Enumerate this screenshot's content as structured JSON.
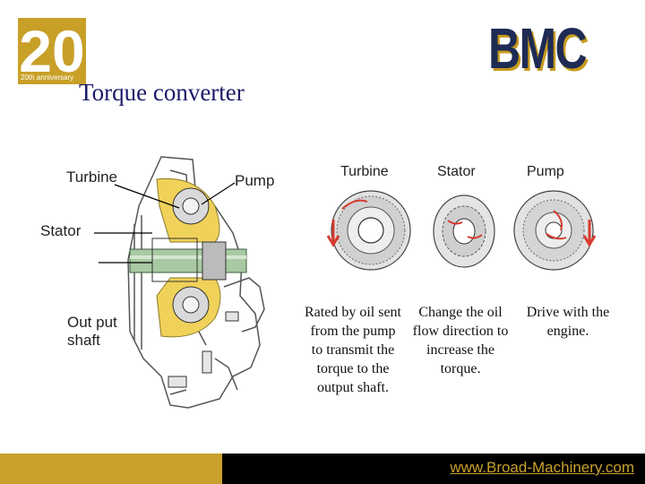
{
  "logo": {
    "number": "20",
    "tagline": "20th anniversary"
  },
  "brand": "BMC",
  "title": "Torque converter",
  "cutaway_labels": {
    "turbine": "Turbine",
    "pump": "Pump",
    "stator": "Stator",
    "output_shaft": "Out put\nshaft"
  },
  "components": {
    "turbine": {
      "label": "Turbine",
      "description": "Rated by oil sent from the pump to transmit the torque to the output shaft."
    },
    "stator": {
      "label": "Stator",
      "description": "Change the oil flow direction to increase the torque."
    },
    "pump": {
      "label": "Pump",
      "description": "Drive with the engine."
    }
  },
  "footer": {
    "url": "www.Broad-Machinery.com"
  },
  "colors": {
    "gold": "#c8a12c",
    "navy": "#1e2b55",
    "arrow_red": "#d63b2e",
    "turbine_yellow": "#f0d25a"
  }
}
